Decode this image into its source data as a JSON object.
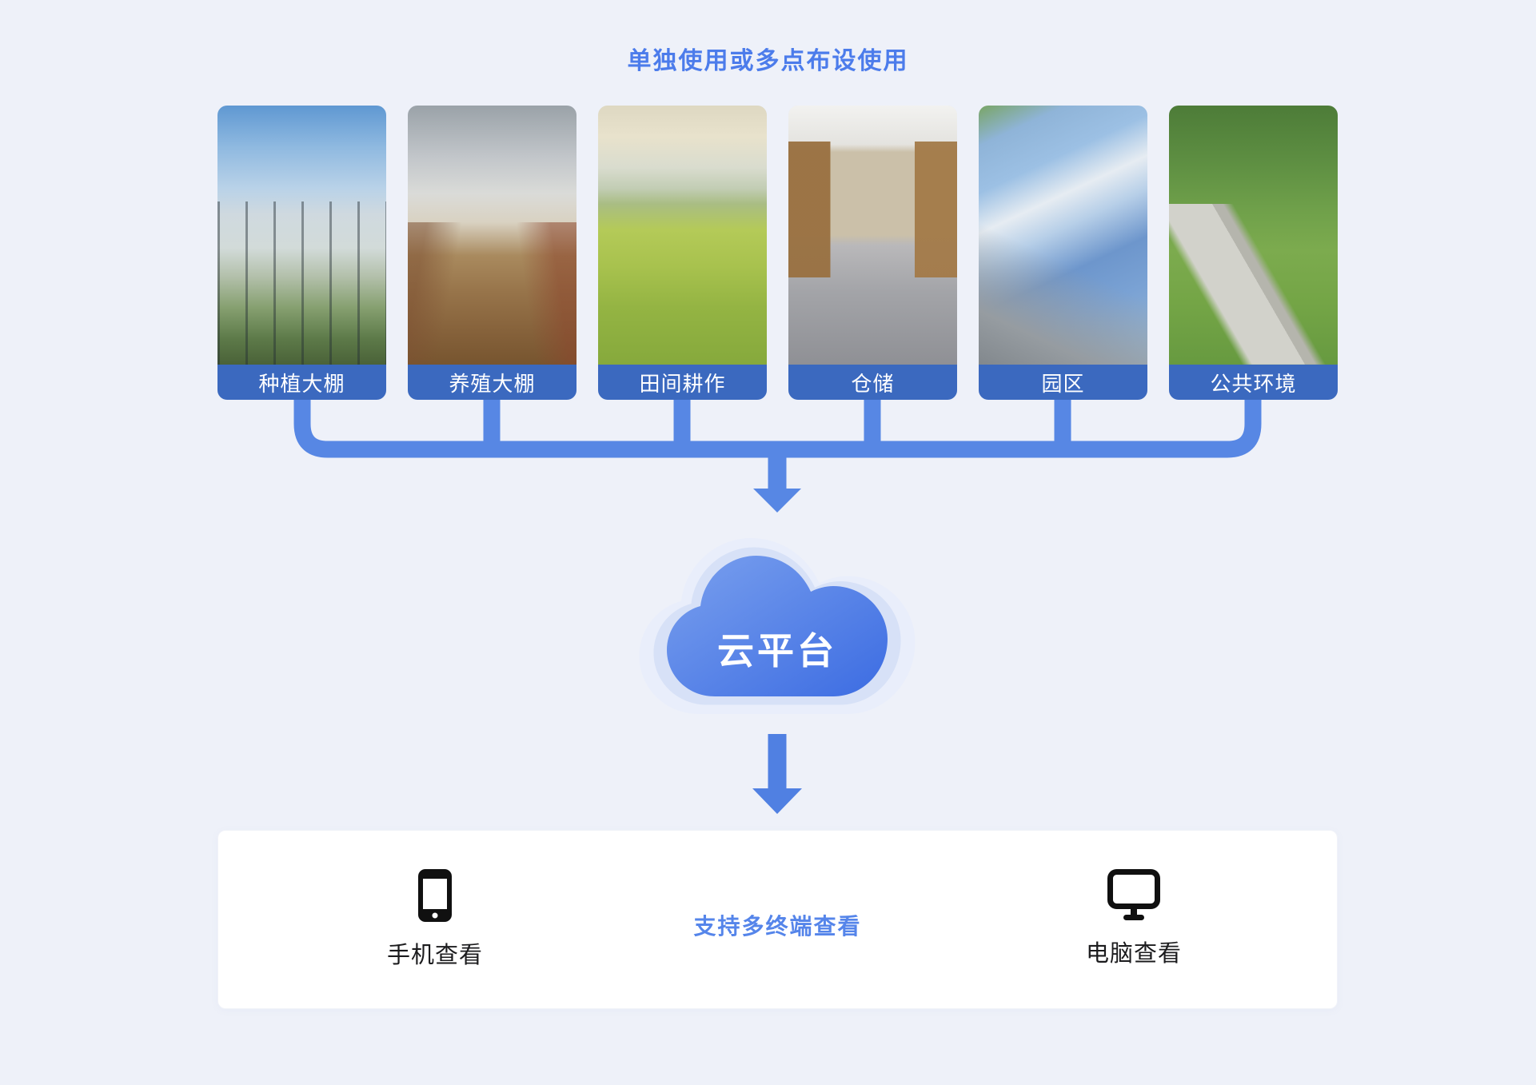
{
  "page": {
    "title": "单独使用或多点布设使用"
  },
  "scenes": [
    {
      "label": "种植大棚",
      "image": "greenhouse-photo"
    },
    {
      "label": "养殖大棚",
      "image": "livestock-barn-photo"
    },
    {
      "label": "田间耕作",
      "image": "field-farming-photo"
    },
    {
      "label": "仓储",
      "image": "warehouse-photo"
    },
    {
      "label": "园区",
      "image": "industrial-park-photo"
    },
    {
      "label": "公共环境",
      "image": "public-environment-photo"
    }
  ],
  "cloud": {
    "label": "云平台"
  },
  "terminals": {
    "heading": "支持多终端查看",
    "items": [
      {
        "icon": "smartphone-icon",
        "label": "手机查看"
      },
      {
        "icon": "monitor-icon",
        "label": "电脑查看"
      }
    ]
  },
  "colors": {
    "page_background": "#eef1f9",
    "title_blue": "#4c7ceb",
    "label_bar_blue": "#3b69bf",
    "connector_blue": "#5787e4",
    "cloud_gradient_start": "#7197eb",
    "cloud_gradient_end": "#4070e4",
    "cloud_halo_inner": "#d7e1f7",
    "cloud_halo_outer": "#e9eefb",
    "heading_blue": "#5585ea",
    "terminal_text": "#1b1b1d"
  }
}
